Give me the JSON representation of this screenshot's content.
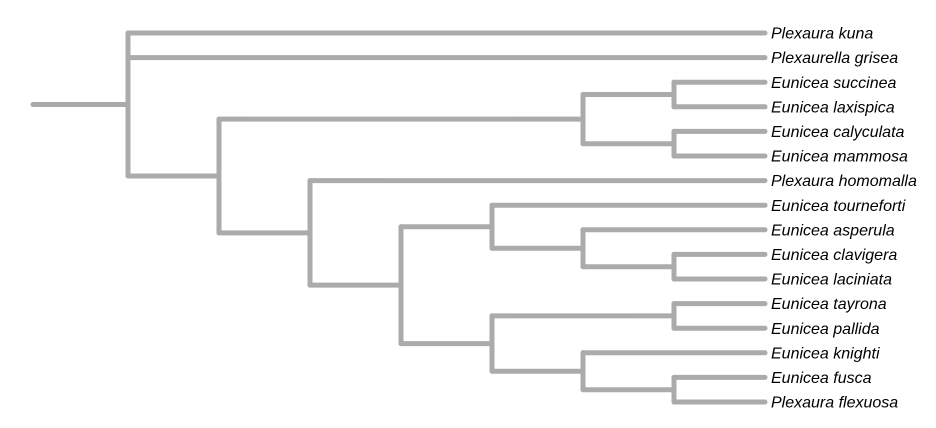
{
  "figure": {
    "kind": "phylogenetic-cladogram",
    "orientation": "left-to-right",
    "taxa_count": 16
  },
  "colors": {
    "branch": "#ababab",
    "label": "#000000",
    "background": "#ffffff"
  },
  "chart_data": {
    "type": "tree",
    "tips_aligned": true,
    "taxa": [
      "Plexaura kuna",
      "Plexaurella grisea",
      "Eunicea succinea",
      "Eunicea laxispica",
      "Eunicea calyculata",
      "Eunicea mammosa",
      "Plexaura homomalla",
      "Eunicea tourneforti",
      "Eunicea asperula",
      "Eunicea clavigera",
      "Eunicea laciniata",
      "Eunicea tayrona",
      "Eunicea pallida",
      "Eunicea knighti",
      "Eunicea fusca",
      "Plexaura flexuosa"
    ],
    "newick": "(Plexaura kuna,Plexaurella grisea,(((Eunicea succinea,Eunicea laxispica),(Eunicea calyculata,Eunicea mammosa)),(Plexaura homomalla,((Eunicea tourneforti,(Eunicea asperula,(Eunicea clavigera,Eunicea laciniata))),((Eunicea tayrona,Eunicea pallida),(Eunicea knighti,(Eunicea fusca,Plexaura flexuosa)))))));",
    "root": {
      "children": [
        {
          "name": "Plexaura kuna"
        },
        {
          "name": "Plexaurella grisea"
        },
        {
          "children": [
            {
              "children": [
                {
                  "children": [
                    {
                      "name": "Eunicea succinea"
                    },
                    {
                      "name": "Eunicea laxispica"
                    }
                  ]
                },
                {
                  "children": [
                    {
                      "name": "Eunicea calyculata"
                    },
                    {
                      "name": "Eunicea mammosa"
                    }
                  ]
                }
              ]
            },
            {
              "children": [
                {
                  "name": "Plexaura homomalla"
                },
                {
                  "children": [
                    {
                      "children": [
                        {
                          "name": "Eunicea tourneforti"
                        },
                        {
                          "children": [
                            {
                              "name": "Eunicea asperula"
                            },
                            {
                              "children": [
                                {
                                  "name": "Eunicea clavigera"
                                },
                                {
                                  "name": "Eunicea laciniata"
                                }
                              ]
                            }
                          ]
                        }
                      ]
                    },
                    {
                      "children": [
                        {
                          "children": [
                            {
                              "name": "Eunicea tayrona"
                            },
                            {
                              "name": "Eunicea pallida"
                            }
                          ]
                        },
                        {
                          "children": [
                            {
                              "name": "Eunicea knighti"
                            },
                            {
                              "children": [
                                {
                                  "name": "Eunicea fusca"
                                },
                                {
                                  "name": "Plexaura flexuosa"
                                }
                              ]
                            }
                          ]
                        }
                      ]
                    }
                  ]
                }
              ]
            }
          ]
        }
      ]
    }
  }
}
